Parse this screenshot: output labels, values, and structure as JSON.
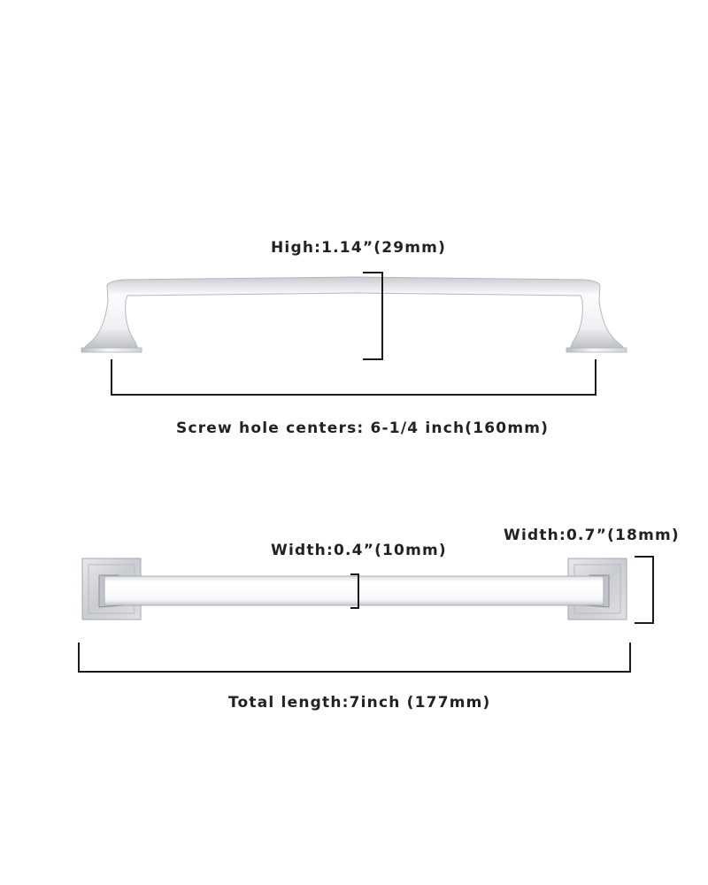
{
  "labels": {
    "height": "High:1.14”(29mm)",
    "screw_hole_centers": "Screw hole centers: 6-1/4 inch(160mm)",
    "bar_width": "Width:0.4”(10mm)",
    "base_width": "Width:0.7”(18mm)",
    "total_length": "Total length:7inch (177mm)"
  },
  "colors": {
    "background": "#ffffff",
    "dimension_line": "#1a1a1a",
    "label_text": "#222222",
    "chrome_light": "#f4f5f7",
    "chrome_mid": "#d6d8dc",
    "chrome_dark": "#9ea2a8"
  }
}
